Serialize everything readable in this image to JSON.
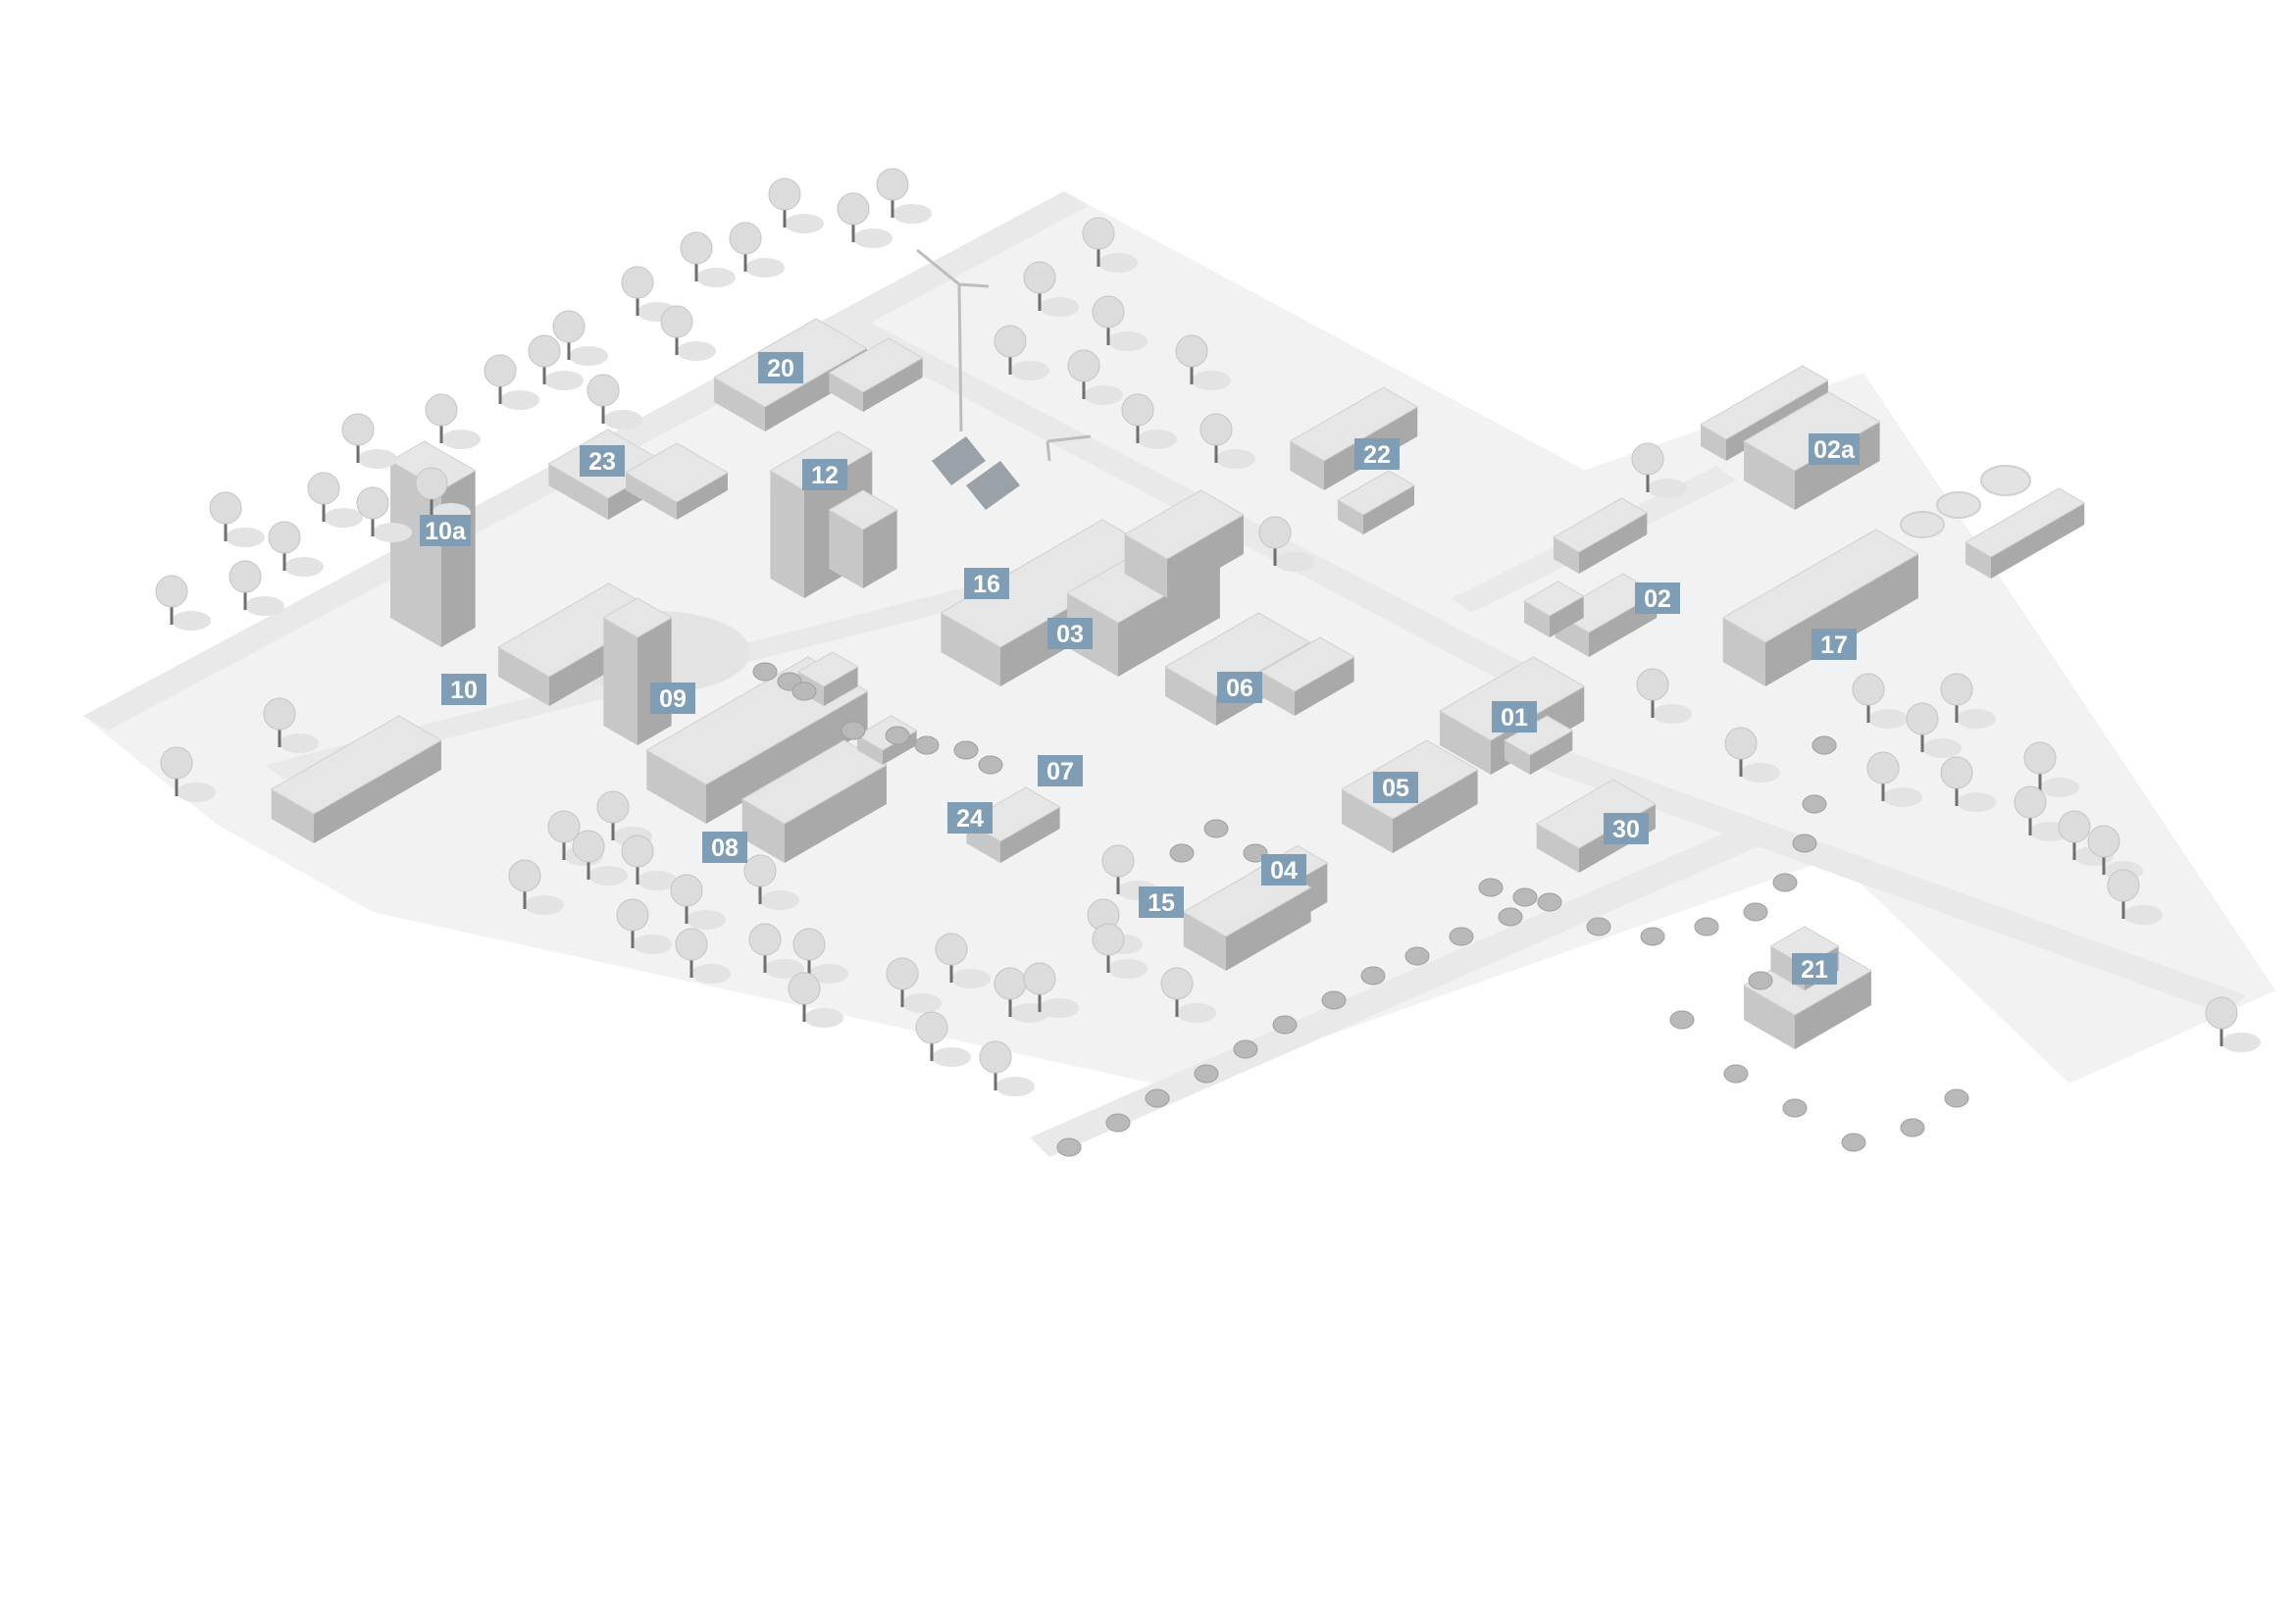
{
  "map": {
    "labels": [
      {
        "id": "10a",
        "text": "10a"
      },
      {
        "id": "23",
        "text": "23"
      },
      {
        "id": "12",
        "text": "12"
      },
      {
        "id": "20",
        "text": "20"
      },
      {
        "id": "22",
        "text": "22"
      },
      {
        "id": "02a",
        "text": "02a"
      },
      {
        "id": "16",
        "text": "16"
      },
      {
        "id": "03",
        "text": "03"
      },
      {
        "id": "02",
        "text": "02"
      },
      {
        "id": "17",
        "text": "17"
      },
      {
        "id": "10",
        "text": "10"
      },
      {
        "id": "09",
        "text": "09"
      },
      {
        "id": "06",
        "text": "06"
      },
      {
        "id": "01",
        "text": "01"
      },
      {
        "id": "07",
        "text": "07"
      },
      {
        "id": "05",
        "text": "05"
      },
      {
        "id": "24",
        "text": "24"
      },
      {
        "id": "08",
        "text": "08"
      },
      {
        "id": "30",
        "text": "30"
      },
      {
        "id": "04",
        "text": "04"
      },
      {
        "id": "15",
        "text": "15"
      },
      {
        "id": "21",
        "text": "21"
      }
    ],
    "colors": {
      "label_background": "#7f9db4",
      "label_text": "#ffffff",
      "ground": "#f2f2f2",
      "building_top": "#e6e6e6",
      "building_side_light": "#c7c7c7",
      "building_side_dark": "#a9a9a9"
    }
  }
}
